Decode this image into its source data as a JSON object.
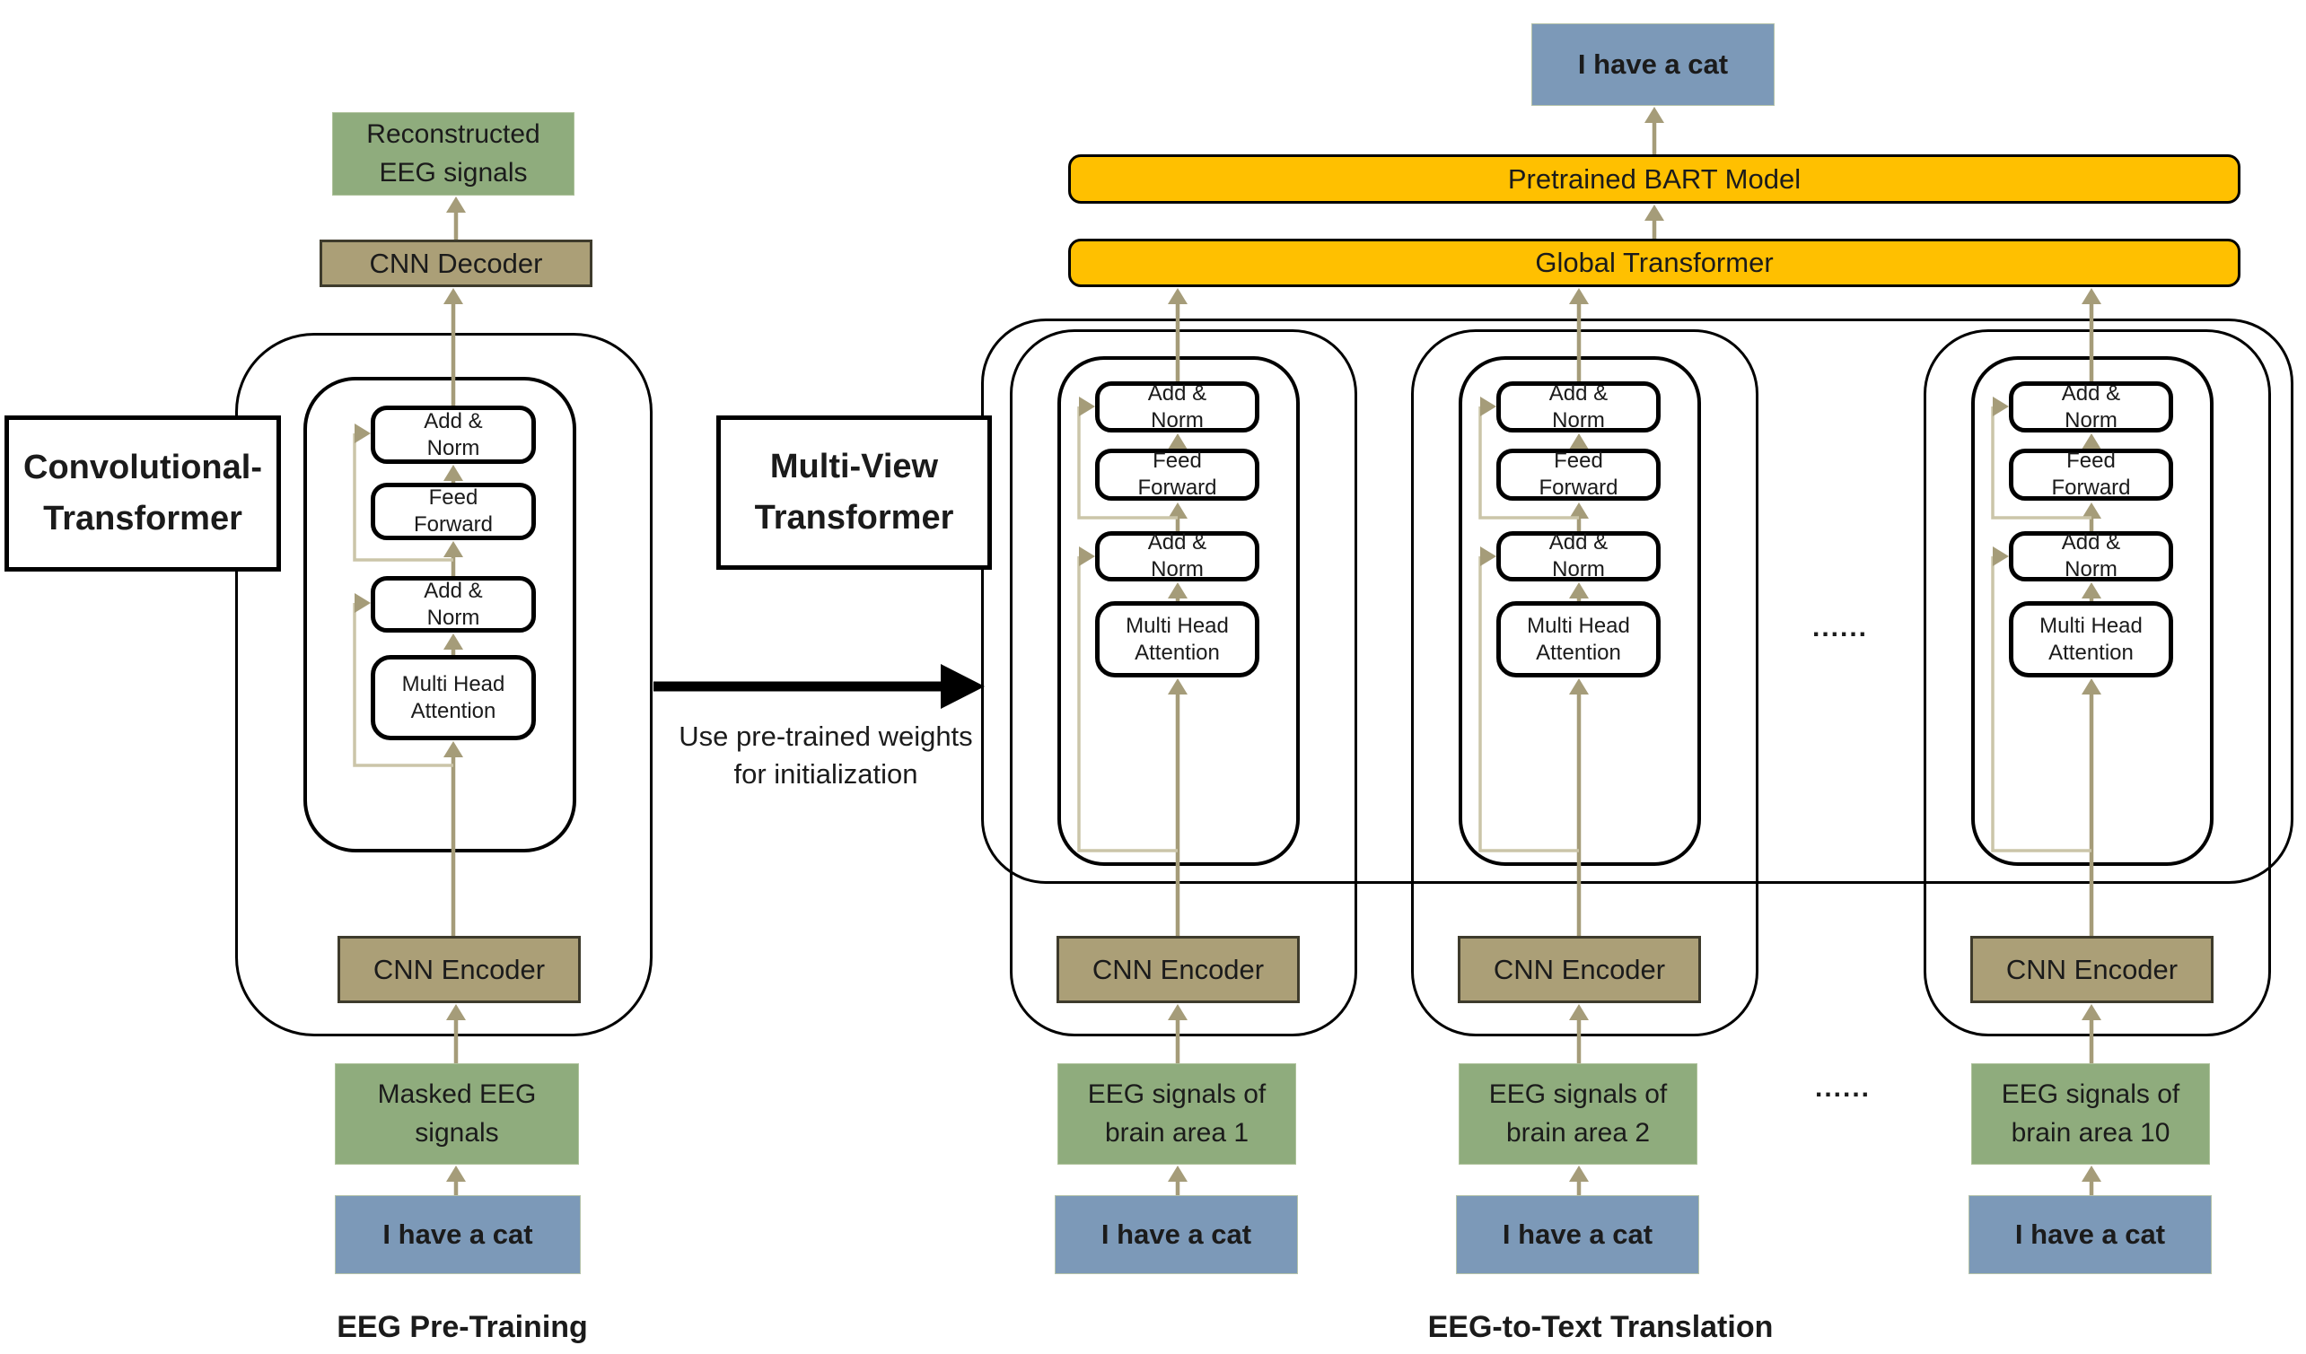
{
  "left": {
    "transformer_label_line1": "Convolutional-",
    "transformer_label_line2": "Transformer",
    "output_box_line1": "Reconstructed",
    "output_box_line2": "EEG signals",
    "decoder_label": "CNN Decoder",
    "encoder_label": "CNN Encoder",
    "input_box_line1": "Masked EEG",
    "input_box_line2": "signals",
    "sentence": "I have a cat",
    "section_label": "EEG Pre-Training"
  },
  "block": {
    "add_norm_top_line1": "Add &",
    "add_norm_top_line2": "Norm",
    "feed_forward_line1": "Feed",
    "feed_forward_line2": "Forward",
    "add_norm_bottom_line1": "Add &",
    "add_norm_bottom_line2": "Norm",
    "attention_line1": "Multi Head",
    "attention_line2": "Attention"
  },
  "right": {
    "transformer_label_line1": "Multi-View",
    "transformer_label_line2": "Transformer",
    "output_sentence": "I have a cat",
    "bart_label": "Pretrained BART Model",
    "global_label": "Global Transformer",
    "encoder_label": "CNN Encoder",
    "columns": [
      {
        "input_line1": "EEG signals of",
        "input_line2": "brain area 1",
        "sentence": "I have a cat"
      },
      {
        "input_line1": "EEG signals of",
        "input_line2": "brain area 2",
        "sentence": "I have a cat"
      },
      {
        "input_line1": "EEG signals of",
        "input_line2": "brain area 10",
        "sentence": "I have a cat"
      }
    ],
    "ellipsis_top": "......",
    "ellipsis_bottom": "......",
    "section_label": "EEG-to-Text Translation"
  },
  "note": {
    "line1": "Use pre-trained weights",
    "line2": "for initialization"
  },
  "colors": {
    "green": "#8FAC7D",
    "blue": "#7C99B8",
    "tan": "#AB9F77",
    "gold": "#FFC000",
    "arrow_olive": "#A59C79",
    "residual_line": "#CBC5A9"
  }
}
